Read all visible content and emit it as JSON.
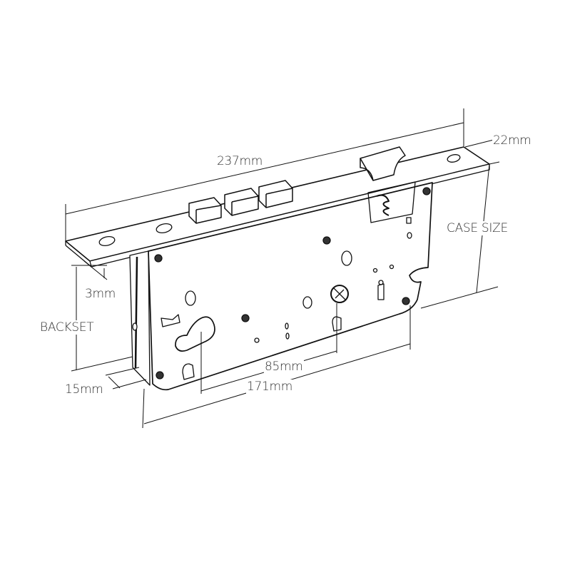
{
  "dimensions": {
    "length": "237mm",
    "faceplate_width": "22mm",
    "case_size": "CASE SIZE",
    "faceplate_thickness": "3mm",
    "backset": "BACKSET",
    "case_offset": "15mm",
    "center_distance": "85mm",
    "case_length": "171mm"
  },
  "colors": {
    "line": "#111111",
    "text": "#333333",
    "background": "#ffffff"
  }
}
